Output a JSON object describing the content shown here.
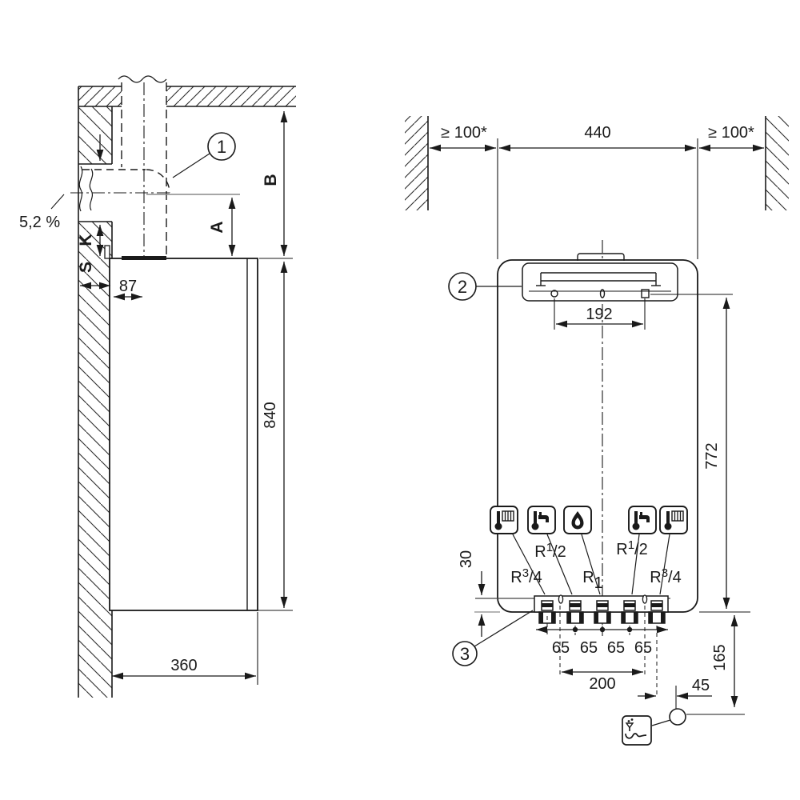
{
  "drawing": {
    "side_view": {
      "slope": "5,2 %",
      "dim_duct_offset": "87",
      "dim_a": "A",
      "dim_b": "B",
      "dim_k": "K",
      "dim_s": "S",
      "dim_height": "840",
      "dim_depth": "360"
    },
    "front_view": {
      "clearance_left": "≥ 100*",
      "dim_width": "440",
      "clearance_right": "≥ 100*",
      "dim_bracket_holes": "192",
      "dim_height": "772",
      "dim_top_offset": "30",
      "spacing": [
        "65",
        "65",
        "65",
        "65"
      ],
      "dim_valve_span": "200",
      "dim_drain_offset": "45",
      "dim_drain_height": "165",
      "connections": [
        {
          "p": "R",
          "s": "3",
          "r": "/4"
        },
        {
          "p": "R",
          "s": "1",
          "r": "/2"
        },
        {
          "p": "R",
          "s": "",
          "r": "1"
        },
        {
          "p": "R",
          "s": "1",
          "r": "/2"
        },
        {
          "p": "R",
          "s": "3",
          "r": "/4"
        }
      ]
    },
    "callouts": {
      "flue_bend": "1",
      "bracket": "2",
      "connections": "3"
    },
    "icons": {
      "heating_flow": "thermometer-radiator",
      "hot_water": "thermometer-tap",
      "gas": "flame",
      "cold_water": "thermometer-tap",
      "heating_return": "thermometer-radiator",
      "condensate_drain": "siphon"
    },
    "colors": {
      "line": "#1a1a1a",
      "reference": "#8a8a8a",
      "background": "#ffffff"
    }
  }
}
